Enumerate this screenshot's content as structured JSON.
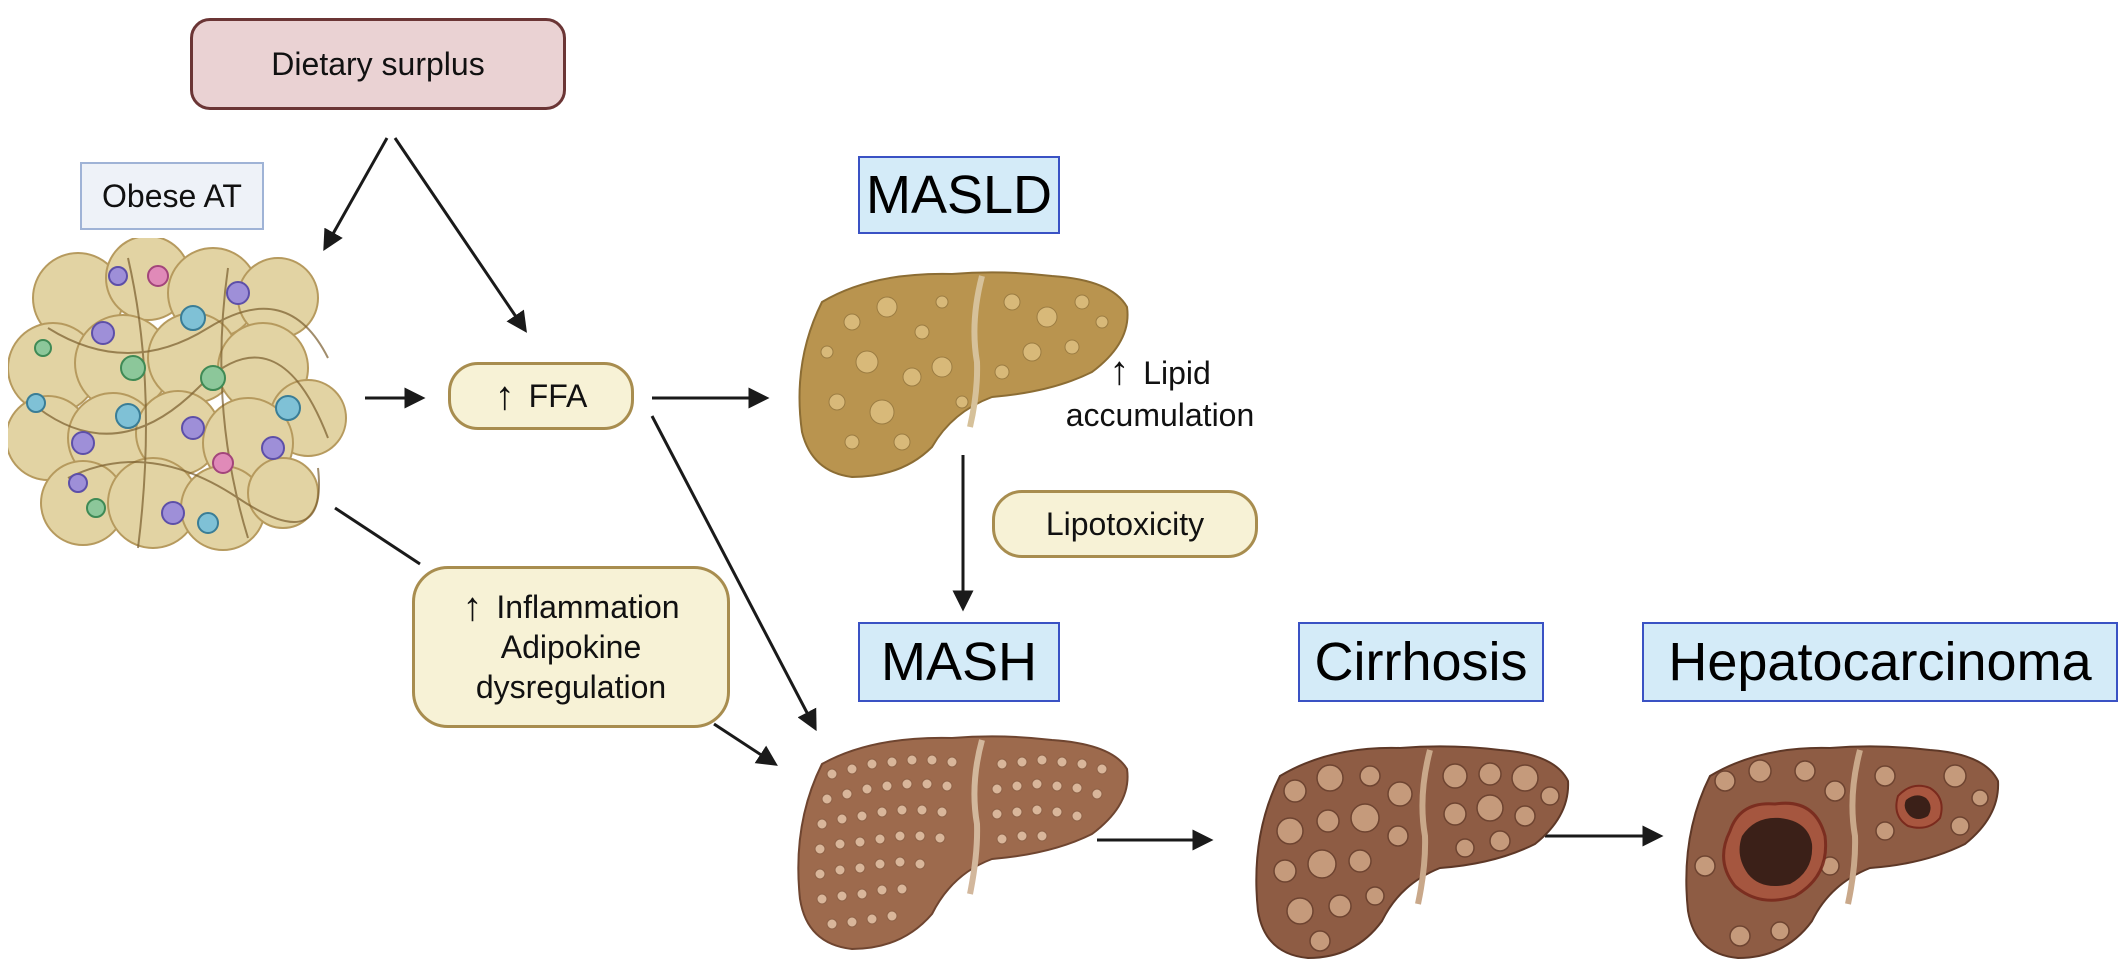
{
  "diet": {
    "label": "Dietary surplus"
  },
  "adipose": {
    "label": "Obese AT"
  },
  "ffa": {
    "arrow": "↑",
    "label": "FFA"
  },
  "inflammation": {
    "arrow": "↑",
    "line1": "Inflammation",
    "line2": "Adipokine",
    "line3": "dysregulation"
  },
  "lipid": {
    "arrow": "↑",
    "line1": "Lipid",
    "line2": "accumulation"
  },
  "lipotoxicity": {
    "label": "Lipotoxicity"
  },
  "stages": {
    "masld": "MASLD",
    "mash": "MASH",
    "cirrhosis": "Cirrhosis",
    "hcc": "Hepatocarcinoma"
  },
  "colors": {
    "steatotic_liver": "#b9944f",
    "mash_liver": "#9d6a4d",
    "cirrhotic_liver": "#8e5c44",
    "tumor": "#3b2018",
    "pill_fill": "#f7f2d6",
    "pill_border": "#a88d4f",
    "stage_box_fill": "#d4ebf8",
    "stage_box_border": "#3a52c4",
    "diet_fill": "#ead2d3",
    "diet_border": "#6b3535"
  },
  "icons": [
    "adipose-tissue-icon",
    "steatotic-liver-icon",
    "mash-liver-icon",
    "cirrhotic-liver-icon",
    "hepatocarcinoma-liver-icon"
  ]
}
